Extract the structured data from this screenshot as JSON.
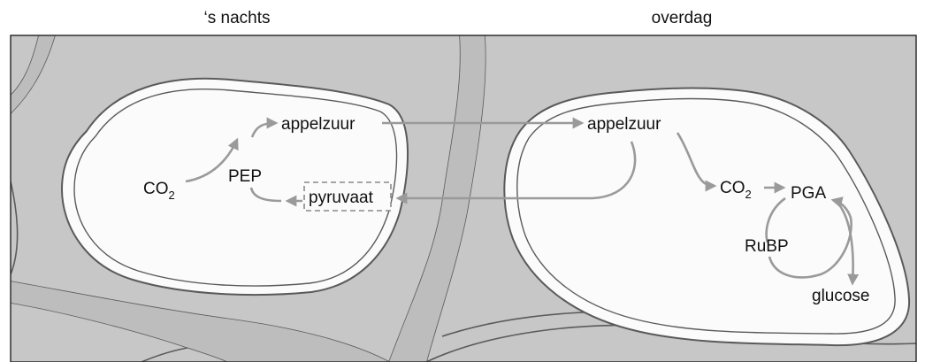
{
  "headings": {
    "night": "‘s nachts",
    "day": "overdag"
  },
  "night_cell": {
    "appelzuur": "appelzuur",
    "co2_base": "CO",
    "co2_sub": "2",
    "pep": "PEP",
    "pyruvaat": "pyruvaat"
  },
  "day_cell": {
    "appelzuur": "appelzuur",
    "co2_base": "CO",
    "co2_sub": "2",
    "pga": "PGA",
    "rubp": "RuBP",
    "glucose": "glucose"
  },
  "colors": {
    "tissue": "#c7c7c7",
    "wall": "#5a5a5a",
    "cell_interior": "#fbfbfb",
    "arrow": "#9a9a9a",
    "text": "#111111"
  }
}
